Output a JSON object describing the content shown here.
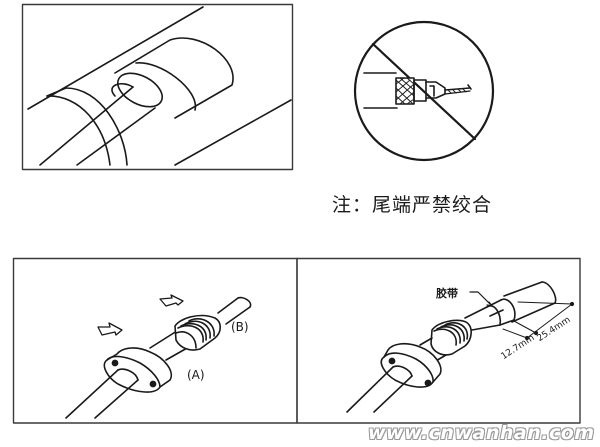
{
  "figure": {
    "panels": [
      {
        "id": "panel-top-left",
        "description": "Cable with tape band and collar, close-up"
      },
      {
        "id": "panel-prohibition",
        "description": "Twisted-end cable shield crossed out (prohibited)"
      },
      {
        "id": "panel-bottom-left",
        "description": "Grommet (A) and ribbed boot (B) slid along cable, arrows show direction"
      },
      {
        "id": "panel-bottom-right",
        "description": "Tape wrapped with dimension markings"
      }
    ],
    "caption": "注：尾端严禁绞合",
    "labels": {
      "a": "(A)",
      "b": "(B)",
      "tape": "胶带",
      "dim_small": "12.7mm",
      "dim_large": "25.4mm"
    },
    "watermark": "www.cnwanhan.com",
    "colors": {
      "line": "#1a1a1a",
      "frame": "#3a3a3a",
      "background": "#ffffff",
      "watermark_outline": "#9a9a9a"
    }
  }
}
